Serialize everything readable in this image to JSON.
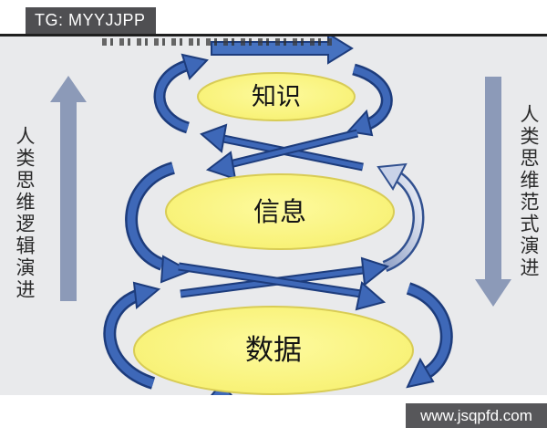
{
  "watermarks": {
    "tg_badge": "TG: MYYJJPP",
    "site_badge": "www.jsqpfd.com"
  },
  "diagram": {
    "type": "cycle-hierarchy",
    "nodes": [
      {
        "id": "knowledge",
        "label": "知识"
      },
      {
        "id": "information",
        "label": "信息"
      },
      {
        "id": "data",
        "label": "数据"
      }
    ],
    "side_labels": {
      "left": "人类思维逻辑演进",
      "right": "人类思维范式演进"
    },
    "colors": {
      "background": "#e9eaec",
      "node_fill": "#faf781",
      "node_fill_center": "#fdfa9e",
      "node_border": "#d8cc55",
      "arrow_fill": "#3e68b8",
      "arrow_outline": "#1d3c7c",
      "gradient_arrow_fill": "#c9d2e8",
      "side_arrow": "#8c9ab8",
      "badge_bg": "#4f4f52",
      "badge_text": "#ffffff"
    }
  }
}
